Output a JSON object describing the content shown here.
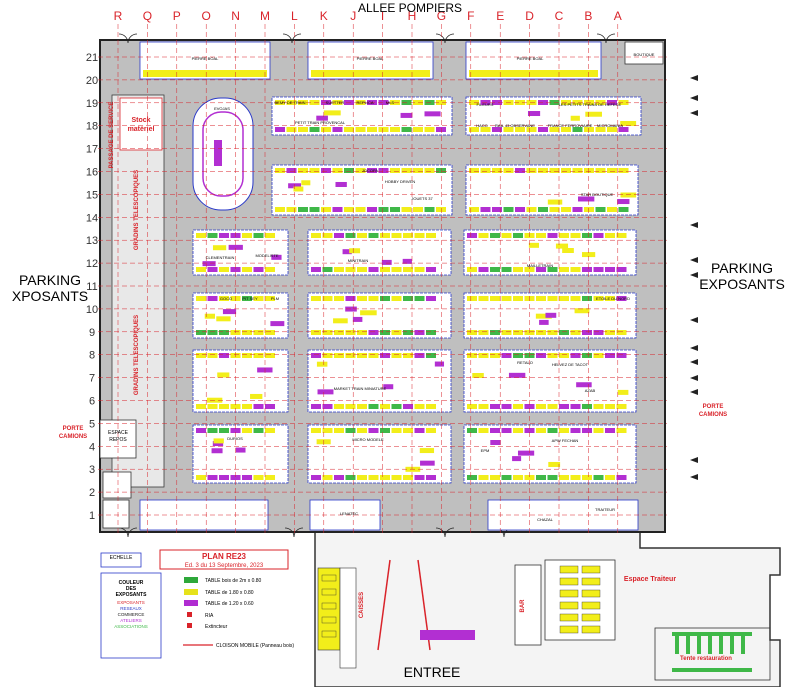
{
  "header": {
    "title": "ALLEE POMPIERS"
  },
  "columns": [
    "R",
    "Q",
    "P",
    "O",
    "N",
    "M",
    "L",
    "K",
    "J",
    "I",
    "H",
    "G",
    "F",
    "E",
    "D",
    "C",
    "B",
    "A"
  ],
  "rows": [
    "21",
    "20",
    "19",
    "18",
    "17",
    "16",
    "15",
    "14",
    "13",
    "12",
    "11",
    "10",
    "9",
    "8",
    "7",
    "6",
    "5",
    "4",
    "3",
    "2",
    "1"
  ],
  "side_labels": {
    "left_parking_1": "PARKING",
    "left_parking_2": "XPOSANTS",
    "right_parking_1": "PARKING",
    "right_parking_2": "EXPOSANTS",
    "left_porte_1": "PORTE",
    "left_porte_2": "CAMIONS",
    "right_porte_1": "PORTE",
    "right_porte_2": "CAMIONS",
    "passage_service": "PASSAGE DE SERVICE",
    "gradins_1": "GRADINS TELESCOPIQUES",
    "gradins_2": "GRADINS TELESCOPIQUES",
    "stock_1": "Stock",
    "stock_2": "matériel",
    "espace_repos_1": "ESPACE",
    "espace_repos_2": "REPOS",
    "boutique": "BOUTIQUE",
    "entree": "ENTREE"
  },
  "stands": [
    "PIERRE BOAL",
    "PIERRE BOAL",
    "PIERRE BOAL",
    "EVOJAS",
    "BEMY DE TRAIN",
    "SUETTER",
    "REPLICA",
    "MLS",
    "PETIT TRAIN PROVENCAL",
    "FILEURS",
    "LES PETITS TRAINS DE REFECE",
    "HACO",
    "RAIL 43 OBSERVANE",
    "FRANCE FERROVIAIRE",
    "MICROMANIA",
    "JOCOPA",
    "HOBBY DRIVEN",
    "JOUETS 37",
    "STAR BOUTIQUE",
    "MINITRAIN",
    "MAILLETRAIN",
    "CLEMENTRAIN",
    "MODELISTE",
    "GOCO",
    "PIT SEY",
    "PLM",
    "ETOILE DU NORD",
    "MARKET TRAIN MINIATURE",
    "RETALO",
    "HELVEZ DE TACOT",
    "AZAB",
    "DURIOS",
    "MICRO MODELE",
    "EPM",
    "APW FECHAN",
    "TRAITEUR",
    "LENATEC",
    "CHAZAL"
  ],
  "legend": {
    "echelle": "ECHELLE",
    "plan_title": "PLAN RE23",
    "plan_edition": "Ed. 3 du 13 Septembre, 2023",
    "couleur_1": "COULEUR",
    "couleur_2": "DES",
    "couleur_3": "EXPOSANTS",
    "categories": [
      "EXPOSANTS",
      "RESEAUX",
      "COMMERCE",
      "ATELIERS",
      "ASSOCIATIONS"
    ],
    "items": [
      {
        "label": "TABLE bois de 2m x 0.80",
        "color": "#2ea83a"
      },
      {
        "label": "TABLE de 1.80 x 0.80",
        "color": "#e6e21a"
      },
      {
        "label": "TABLE de 1.20 x 0.60",
        "color": "#b02cd1"
      },
      {
        "label": "RIA",
        "color": "#d9232a"
      },
      {
        "label": "Extincteur",
        "color": "#d9232a"
      },
      {
        "label": "CLOISON MOBILE (Panneau bois)",
        "color": "#d9232a"
      }
    ]
  },
  "entrance": {
    "caisses": "CAISSES",
    "bar": "BAR",
    "espace_traiteur": "Espace Traiteur",
    "tente": "Tente restauration"
  },
  "colors": {
    "yellow": "#f2ee1a",
    "green": "#3fb848",
    "purple": "#b22fd2",
    "red": "#d9232a",
    "blue": "#2a39c9",
    "floor": "#bfbfbf"
  }
}
